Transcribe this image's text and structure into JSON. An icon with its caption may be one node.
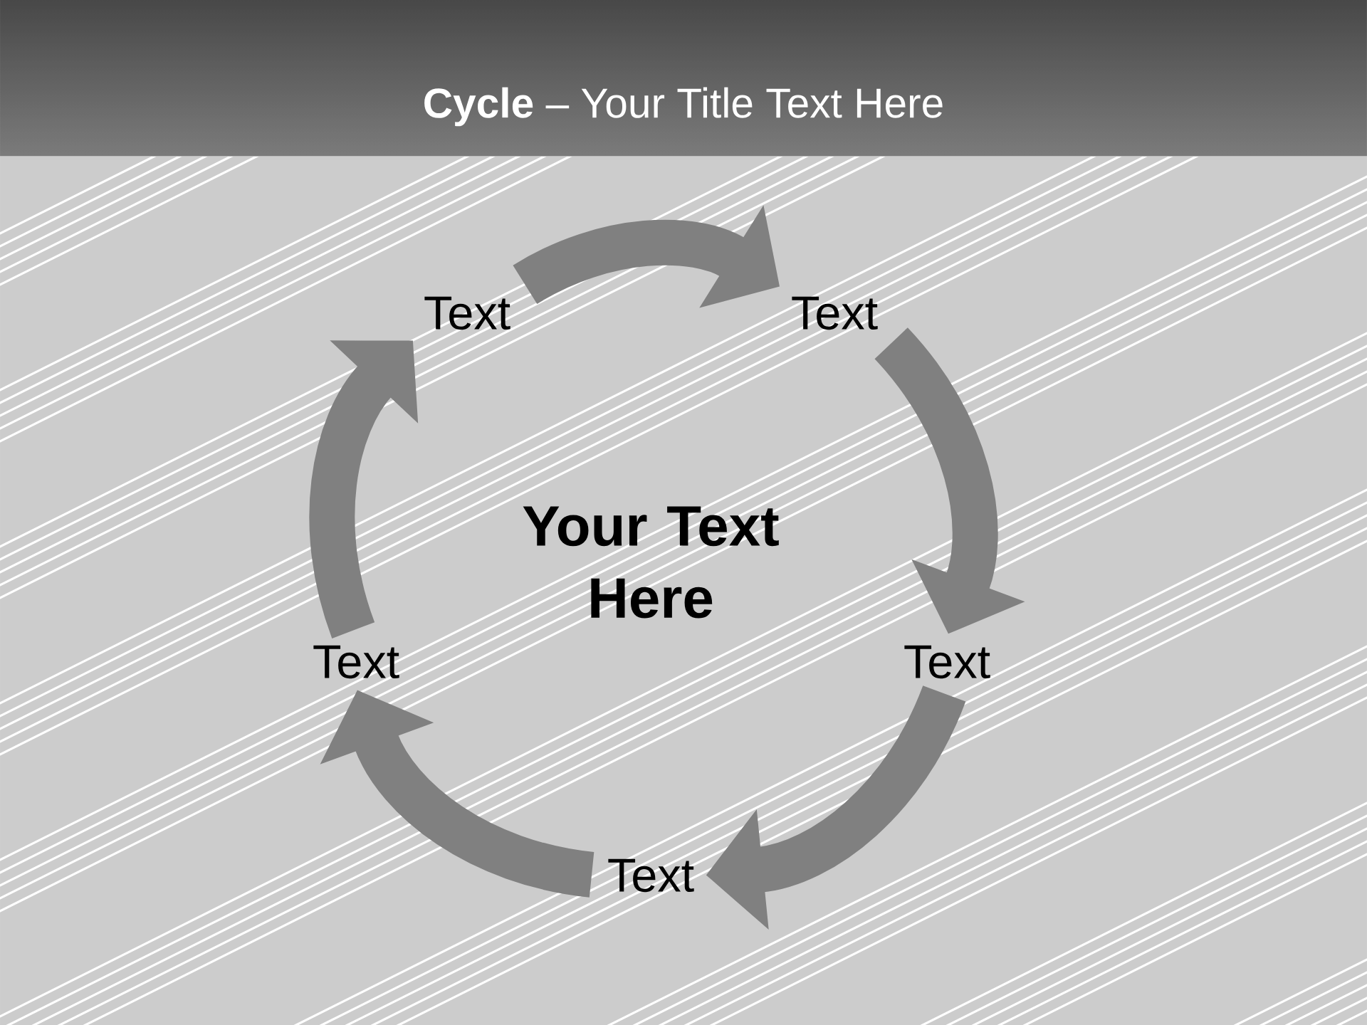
{
  "diagram": {
    "title": "**Cycle** – Your Title Text Here",
    "nodes": [
      {
        "text": [
          "Text"
        ]
      },
      {
        "text": [
          "Text"
        ]
      },
      {
        "text": [
          "Text"
        ]
      },
      {
        "text": [
          "Text"
        ]
      },
      {
        "text": [
          "Text"
        ]
      },
      {
        "text": [
          "Your Text Here"
        ]
      }
    ],
    "edges": [
      {
        "from": 0,
        "to": 1,
        "arrow": "to"
      },
      {
        "from": 1,
        "to": 2,
        "arrow": "to"
      },
      {
        "from": 2,
        "to": 3,
        "arrow": "to"
      },
      {
        "from": 3,
        "to": 4,
        "arrow": "to"
      },
      {
        "from": 4,
        "to": 0,
        "arrow": "to"
      }
    ]
  }
}
